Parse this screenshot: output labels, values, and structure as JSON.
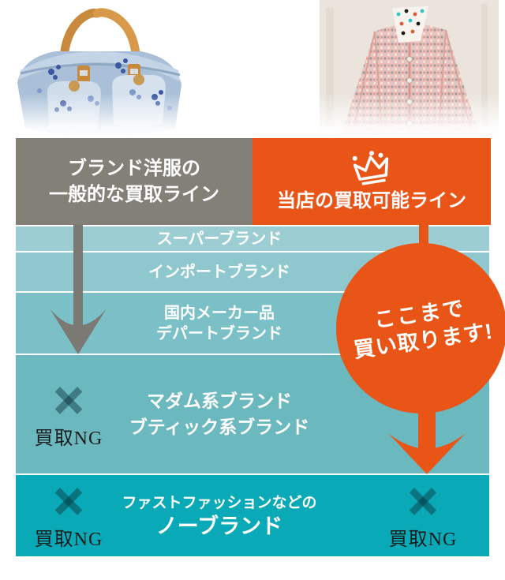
{
  "left_header": {
    "line1": "ブランド洋服の",
    "line2": "一般的な買取ライン"
  },
  "right_header": {
    "label": "当店の買取可能ライン",
    "icon": "crown"
  },
  "rows": [
    {
      "label": "スーパーブランド"
    },
    {
      "label": "インポートブランド"
    },
    {
      "line1": "国内メーカー品",
      "line2": "デパートブランド"
    },
    {
      "line1": "マダム系ブランド",
      "line2": "ブティック系ブランド",
      "ng_left": "買取NG"
    },
    {
      "line1": "ファストファッションなどの",
      "line2": "ノーブランド",
      "ng_left": "買取NG",
      "ng_right": "買取NG"
    }
  ],
  "badge": {
    "line1": "ここまで",
    "line2": "買い取ります!"
  },
  "colors": {
    "accent_orange": "#e95417",
    "header_gray": "#838078",
    "arrow_gray": "#7c7974",
    "row1": "#9ccdd2",
    "row2": "#8ec7cd",
    "row3": "#7bc0c7",
    "row4": "#6cb8bf",
    "row5": "#0aa9b7",
    "x_mark": "rgba(8,48,58,0.45)",
    "ng_text": "#1c1c1c",
    "text_white": "#ffffff"
  }
}
